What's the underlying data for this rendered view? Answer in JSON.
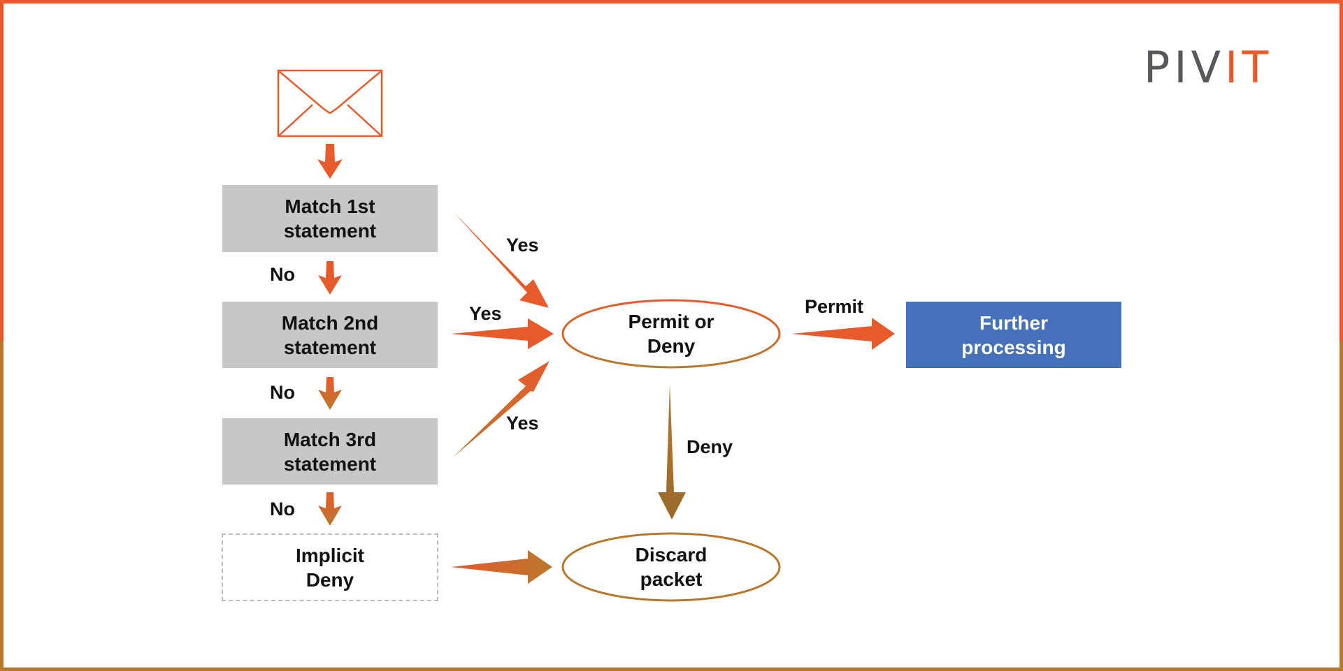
{
  "logo": {
    "part1": "PIV",
    "part2": "IT"
  },
  "nodes": {
    "match1": "Match 1st\nstatement",
    "match2": "Match 2nd\nstatement",
    "match3": "Match 3rd\nstatement",
    "implicit": "Implicit\nDeny",
    "permit_or_deny": "Permit or\nDeny",
    "discard": "Discard\npacket",
    "further": "Further\nprocessing"
  },
  "edges": {
    "no1": "No",
    "no2": "No",
    "no3": "No",
    "yes1": "Yes",
    "yes2": "Yes",
    "yes3": "Yes",
    "permit": "Permit",
    "deny": "Deny"
  },
  "colors": {
    "accent_orange": "#e95a2b",
    "accent_brown": "#b8782c",
    "box_gray": "#c7c7c7",
    "box_blue": "#4471b9",
    "logo_gray": "#56585b"
  },
  "icons": {
    "start": "envelope-icon"
  }
}
